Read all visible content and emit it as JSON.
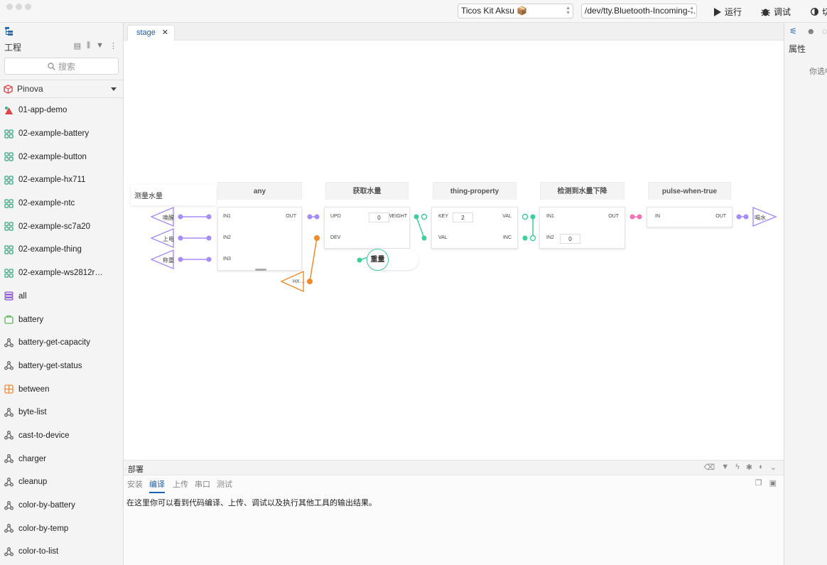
{
  "toolbar": {
    "board": "Ticos Kit Aksu 📦",
    "port": "/dev/tty.Bluetooth-Incoming-…",
    "run_label": "运行",
    "debug_label": "调试",
    "extra_label": "切"
  },
  "sidebar": {
    "header": "工程",
    "search_placeholder": "搜索",
    "folder": "Pinova",
    "items": [
      {
        "label": "01-app-demo",
        "icon": "app-demo-icon",
        "color": "#e0454a"
      },
      {
        "label": "02-example-battery",
        "icon": "example-icon",
        "color": "#2fae86"
      },
      {
        "label": "02-example-button",
        "icon": "example-icon",
        "color": "#2fae86"
      },
      {
        "label": "02-example-hx711",
        "icon": "example-icon",
        "color": "#2fae86"
      },
      {
        "label": "02-example-ntc",
        "icon": "example-icon",
        "color": "#2fae86"
      },
      {
        "label": "02-example-sc7a20",
        "icon": "example-icon",
        "color": "#2fae86"
      },
      {
        "label": "02-example-thing",
        "icon": "example-icon",
        "color": "#2fae86"
      },
      {
        "label": "02-example-ws2812r…",
        "icon": "example-icon",
        "color": "#2fae86"
      },
      {
        "label": "all",
        "icon": "library-icon",
        "color": "#8a4fd8"
      },
      {
        "label": "battery",
        "icon": "battery-icon",
        "color": "#5cb85c"
      },
      {
        "label": "battery-get-capacity",
        "icon": "node-icon",
        "color": "#666666"
      },
      {
        "label": "battery-get-status",
        "icon": "node-icon",
        "color": "#666666"
      },
      {
        "label": "between",
        "icon": "grid-icon",
        "color": "#f08a3c"
      },
      {
        "label": "byte-list",
        "icon": "node-icon",
        "color": "#666666"
      },
      {
        "label": "cast-to-device",
        "icon": "node-icon",
        "color": "#666666"
      },
      {
        "label": "charger",
        "icon": "node-icon",
        "color": "#666666"
      },
      {
        "label": "cleanup",
        "icon": "node-icon",
        "color": "#666666"
      },
      {
        "label": "color-by-battery",
        "icon": "node-icon",
        "color": "#666666"
      },
      {
        "label": "color-by-temp",
        "icon": "node-icon",
        "color": "#666666"
      },
      {
        "label": "color-to-list",
        "icon": "node-icon",
        "color": "#666666"
      }
    ]
  },
  "tab": {
    "label": "stage"
  },
  "canvas": {
    "comment": "测量水量",
    "inputs": [
      "唤醒",
      "上电",
      "称重"
    ],
    "hx_label": "HX…",
    "node_any": {
      "title": "any",
      "pins_in": [
        "IN1",
        "IN2",
        "IN3"
      ],
      "pin_out": "OUT"
    },
    "node_weight": {
      "title": "获取水量",
      "pins_in": [
        "UPD",
        "DEV"
      ],
      "pin_out": "WEIGHT",
      "value": "0"
    },
    "node_thing": {
      "title": "thing-property",
      "pins_in": [
        "KEY",
        "VAL"
      ],
      "pins_out": [
        "VAL",
        "INC"
      ],
      "value": "2"
    },
    "node_detect": {
      "title": "检测到水量下降",
      "pins_in": [
        "IN1",
        "IN2"
      ],
      "pin_out": "OUT",
      "value": "0"
    },
    "node_pulse": {
      "title": "pulse-when-true",
      "pin_in": "IN",
      "pin_out": "OUT"
    },
    "weight_label": "重量",
    "output_label": "喝水",
    "colors": {
      "purple": "#a78bfa",
      "teal": "#3ecf9a",
      "orange": "#f08a2c",
      "pink": "#f472b6"
    }
  },
  "bottom": {
    "title": "部署",
    "tabs": [
      "安装",
      "编译",
      "上传",
      "串口",
      "测试"
    ],
    "active_tab": "编译",
    "message": "在这里你可以看到代码编译、上传、调试以及执行其他工具的输出结果。"
  },
  "right": {
    "title": "属性",
    "hint": "你选中"
  }
}
